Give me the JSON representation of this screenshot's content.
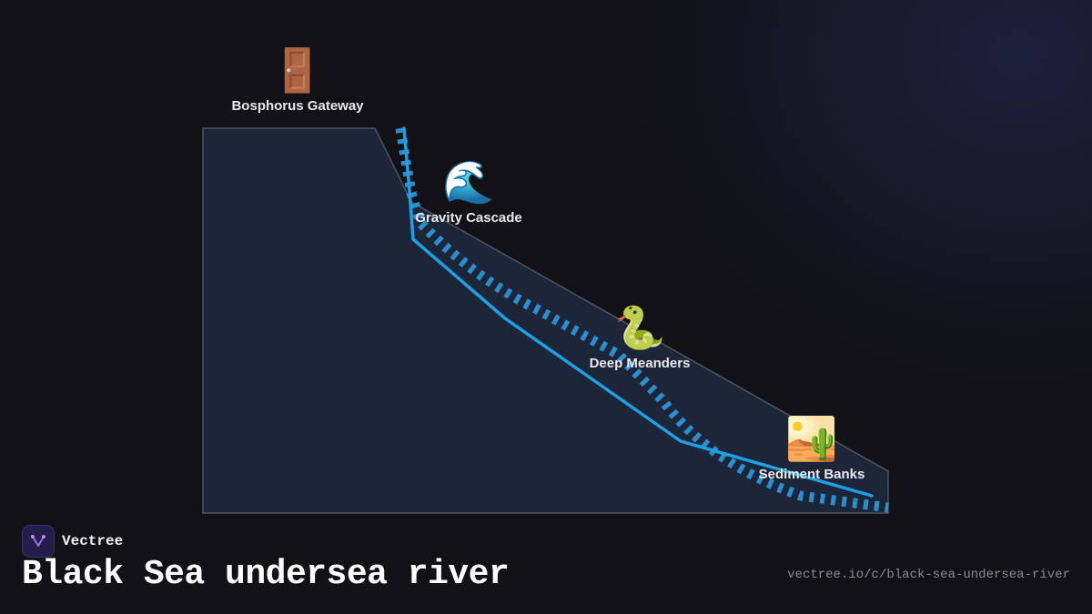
{
  "diagram": {
    "stages": [
      {
        "id": "gateway",
        "emoji": "🚪",
        "label": "Bosphorus Gateway"
      },
      {
        "id": "cascade",
        "emoji": "🌊",
        "label": "Gravity Cascade"
      },
      {
        "id": "meanders",
        "emoji": "🐍",
        "label": "Deep Meanders"
      },
      {
        "id": "sediment",
        "emoji": "🏜️",
        "label": "Sediment Banks"
      }
    ],
    "colors": {
      "terrain_fill": "#1d2638",
      "terrain_stroke": "#4a5568",
      "river_solid": "#1ea0e6",
      "river_dashed": "#2a8fd0"
    }
  },
  "footer": {
    "brand_name": "Vectree",
    "title": "Black Sea undersea river",
    "url": "vectree.io/c/black-sea-undersea-river"
  }
}
